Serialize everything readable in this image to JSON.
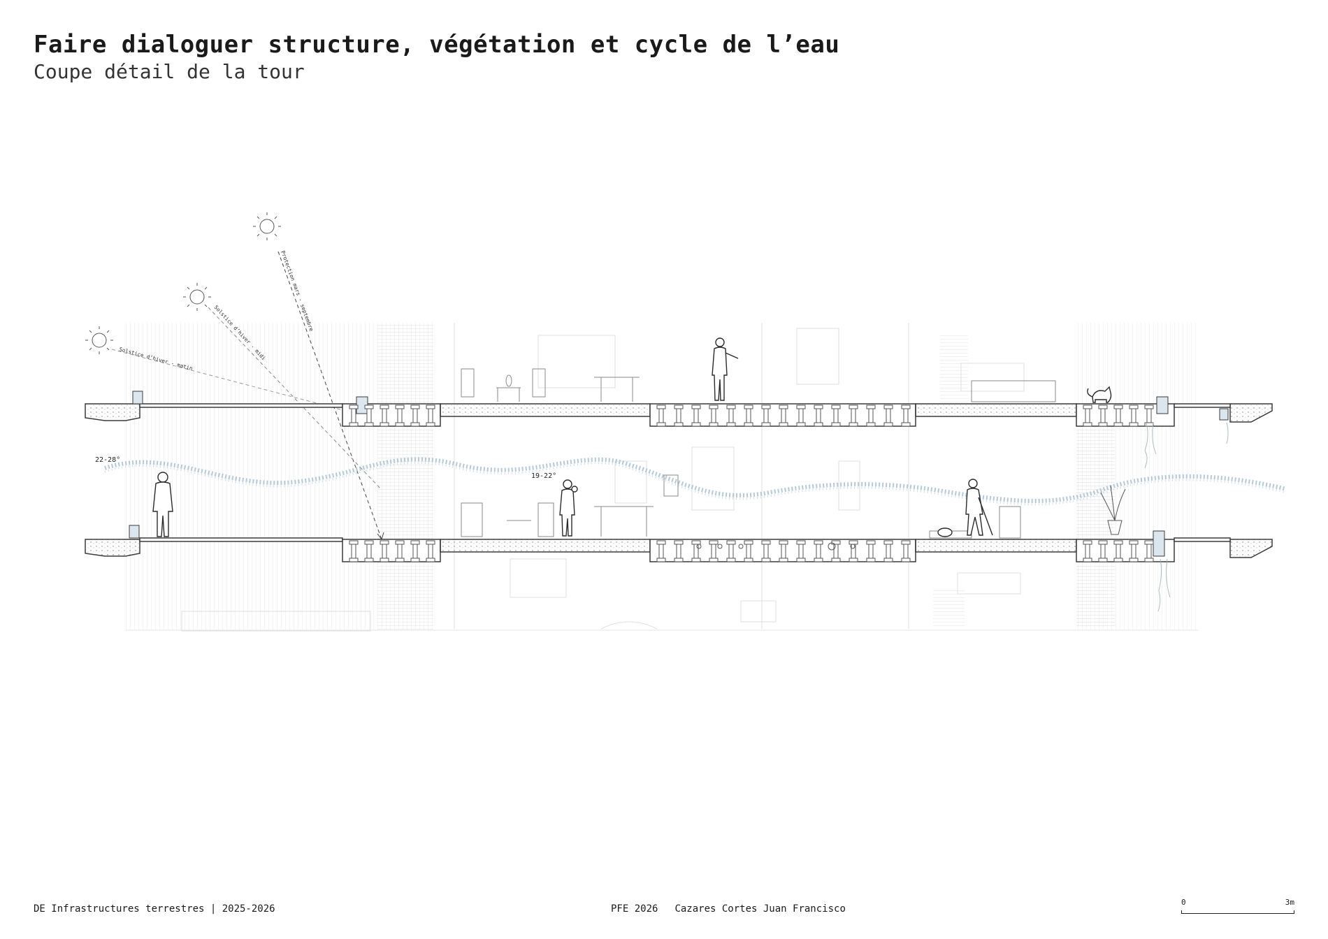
{
  "header": {
    "title": "Faire dialoguer structure, végétation et cycle de l’eau",
    "subtitle": "Coupe détail de la tour"
  },
  "section": {
    "sun_labels": {
      "projection": "Protection mars - septembre",
      "solstice_midi": "Solstice d’hiver - midi",
      "solstice_matin": "Solstice d’hiver - matin"
    },
    "temperatures": {
      "outdoor": "22-28°",
      "indoor": "19-22°"
    },
    "colors": {
      "line": "#3a3a3a",
      "background_hatch": "#d8d8d8",
      "water": "#9fb8cc",
      "vegetation": "#a8bfd0"
    }
  },
  "footer": {
    "course": "DE Infrastructures terrestres | 2025-2026",
    "project": "PFE 2026",
    "author": "Cazares Cortes Juan Francisco"
  },
  "scale_bar": {
    "start": "0",
    "end": "3m"
  }
}
